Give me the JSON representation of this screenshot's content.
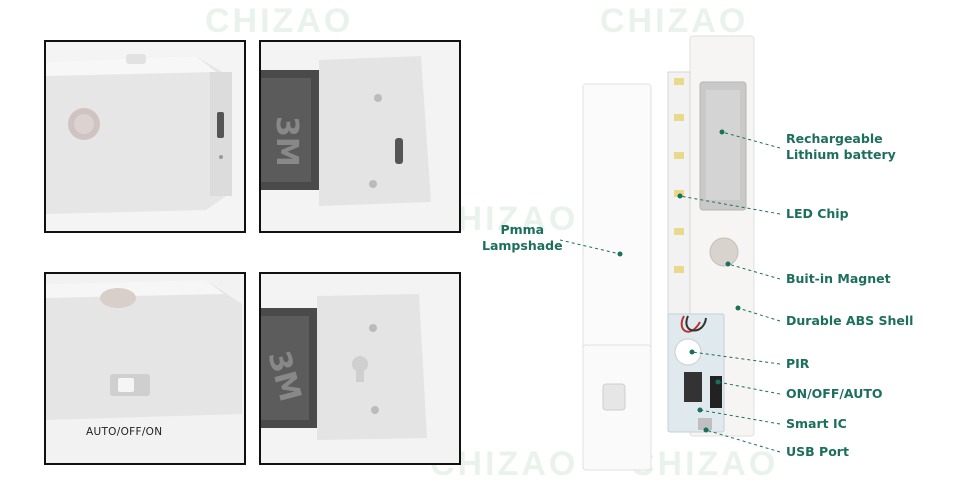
{
  "brand": {
    "watermark": "CHIZAO"
  },
  "photos": {
    "switch_label": "AUTO/OFF/ON",
    "tape_mark_top": "3M",
    "tape_mark_bottom": "3M"
  },
  "callouts": {
    "lampshade": [
      "Pmma",
      "Lampshade"
    ],
    "battery": [
      "Rechargeable",
      "Lithium battery"
    ],
    "led_chip": "LED Chip",
    "magnet": "Buit-in Magnet",
    "shell": "Durable ABS Shell",
    "pir": "PIR",
    "switch": "ON/OFF/AUTO",
    "smart_ic": "Smart IC",
    "usb_port": "USB Port"
  },
  "colors": {
    "accent": "#1c6f5c",
    "frame": "#111111",
    "watermark": "#e9f3ec"
  }
}
